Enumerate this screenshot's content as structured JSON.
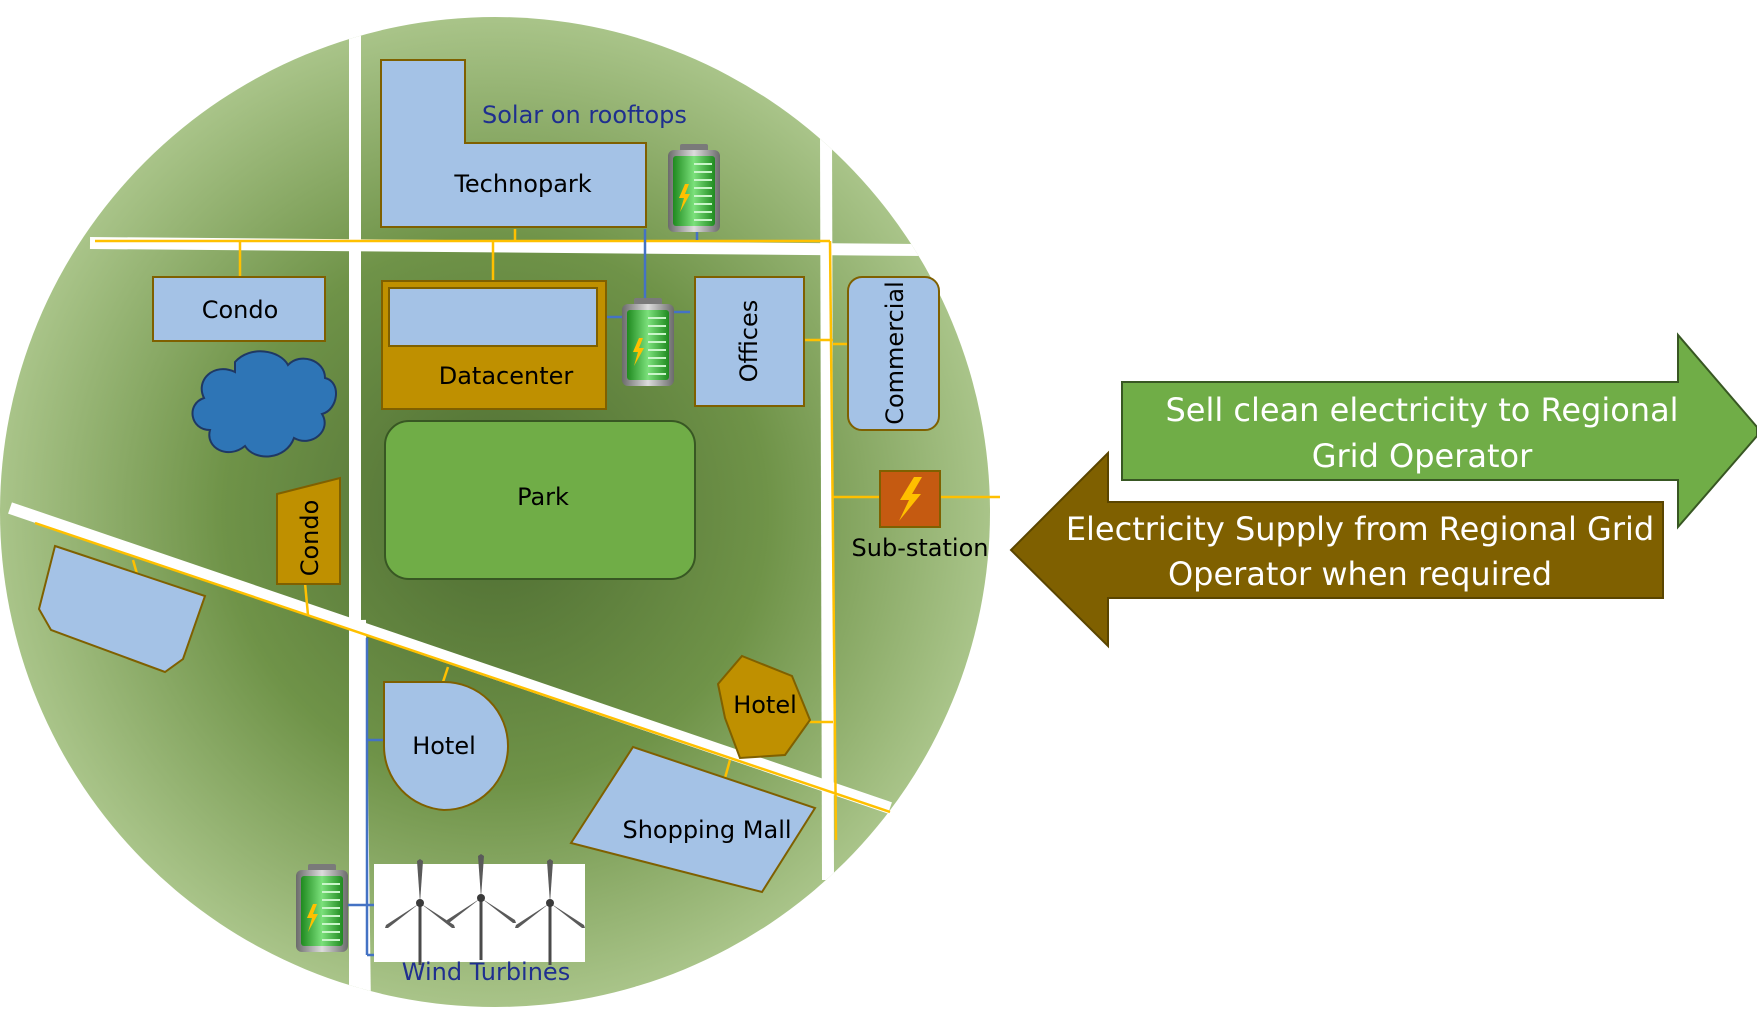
{
  "labels": {
    "solar": "Solar on rooftops",
    "technopark": "Technopark",
    "condo_top": "Condo",
    "datacenter": "Datacenter",
    "offices": "Offices",
    "commercial": "Commercial",
    "park": "Park",
    "substation": "Sub-station",
    "condo_mid": "Condo",
    "hotel_hex": "Hotel",
    "hotel_round": "Hotel",
    "shopping_mall": "Shopping Mall",
    "wind_turbines": "Wind Turbines"
  },
  "arrows": {
    "sell": {
      "line1": "Sell clean electricity to Regional",
      "line2": "Grid Operator"
    },
    "supply": {
      "line1": "Electricity Supply from Regional Grid",
      "line2": "Operator when required"
    }
  },
  "colors": {
    "building_blue": "#a4c2e6",
    "building_gold": "#bf9000",
    "park_green": "#70ad47",
    "power_line": "#ffc000",
    "battery_link": "#4472c4",
    "substation": "#c55a11",
    "sell_arrow": "#70ad47",
    "supply_arrow": "#7f6000"
  },
  "icons": [
    "battery-icon",
    "lightning-icon",
    "cloud-icon",
    "wind-turbine-icon"
  ]
}
